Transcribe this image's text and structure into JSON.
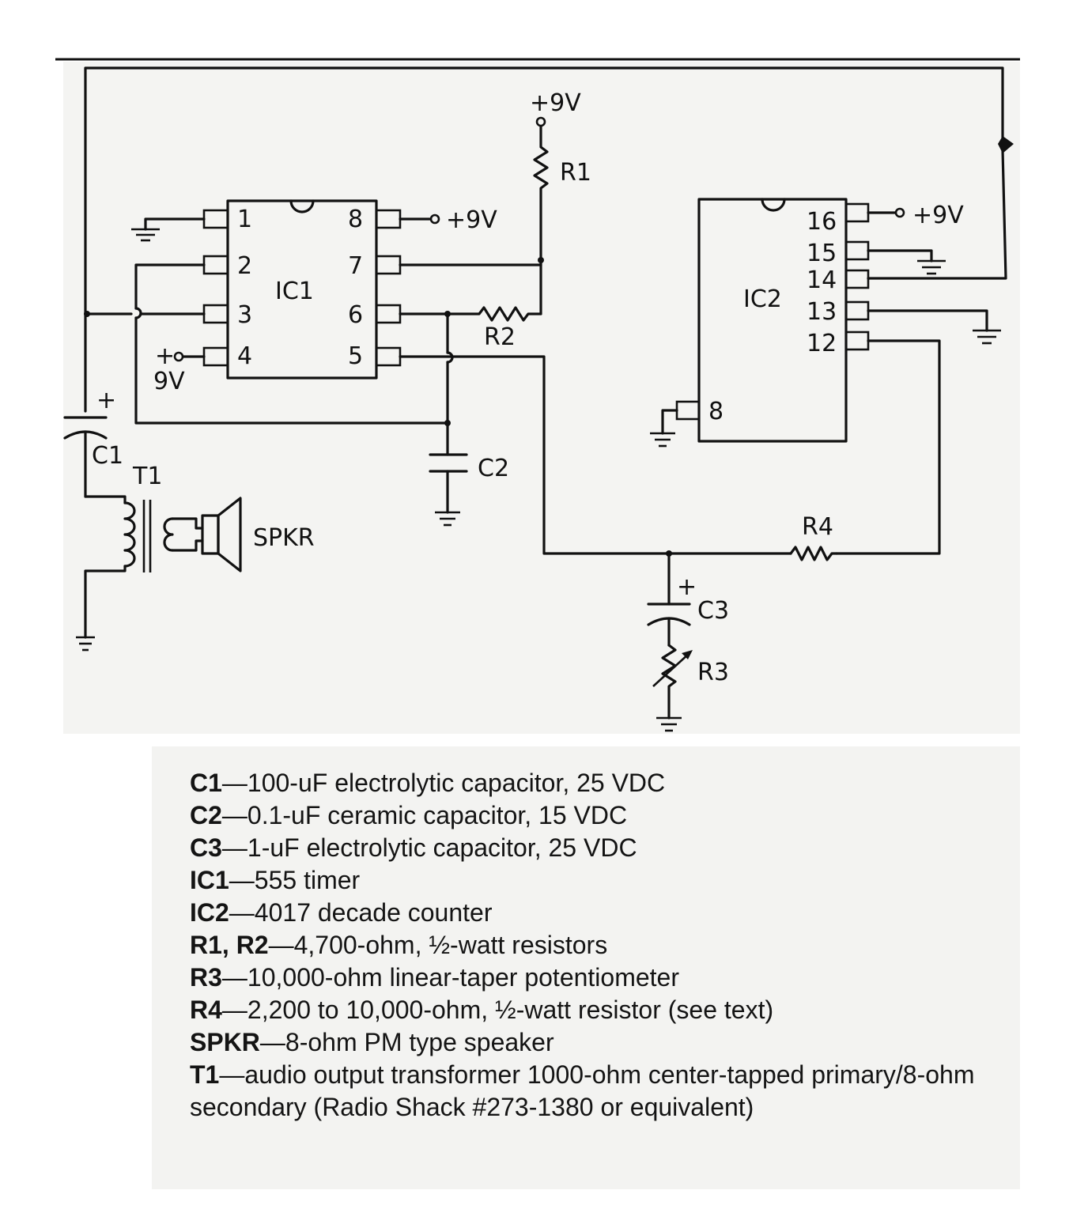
{
  "schematic": {
    "ic1_label": "IC1",
    "ic2_label": "IC2",
    "supply_label": "+9V",
    "ic1_pin4_supply": {
      "plus": "+",
      "volts": "9V"
    },
    "ic1_pins_left": [
      "1",
      "2",
      "3",
      "4"
    ],
    "ic1_pins_right": [
      "8",
      "7",
      "6",
      "5"
    ],
    "ic2_pins_right": [
      "16",
      "15",
      "14",
      "13",
      "12"
    ],
    "ic2_pins_left": [
      "8"
    ],
    "components": {
      "r1": "R1",
      "r2": "R2",
      "r3": "R3",
      "r4": "R4",
      "c1": "C1",
      "c2": "C2",
      "c3": "C3",
      "t1": "T1",
      "spkr": "SPKR"
    },
    "polarity_mark": "+"
  },
  "parts_list": [
    {
      "ref": "C1",
      "desc": "100-uF electrolytic capacitor, 25 VDC"
    },
    {
      "ref": "C2",
      "desc": "0.1-uF ceramic capacitor, 15 VDC"
    },
    {
      "ref": "C3",
      "desc": "1-uF electrolytic capacitor, 25 VDC"
    },
    {
      "ref": "IC1",
      "desc": "555 timer"
    },
    {
      "ref": "IC2",
      "desc": "4017 decade counter"
    },
    {
      "ref": "R1, R2",
      "desc": "4,700-ohm, ½-watt resistors"
    },
    {
      "ref": "R3",
      "desc": "10,000-ohm linear-taper potentiometer"
    },
    {
      "ref": "R4",
      "desc": "2,200 to 10,000-ohm, ½-watt resistor (see text)"
    },
    {
      "ref": "SPKR",
      "desc": "8-ohm PM type speaker"
    },
    {
      "ref": "T1",
      "desc": "audio output transformer 1000-ohm center-tapped primary/8-ohm secondary (Radio Shack #273-1380 or equivalent)"
    }
  ],
  "separator": "—"
}
